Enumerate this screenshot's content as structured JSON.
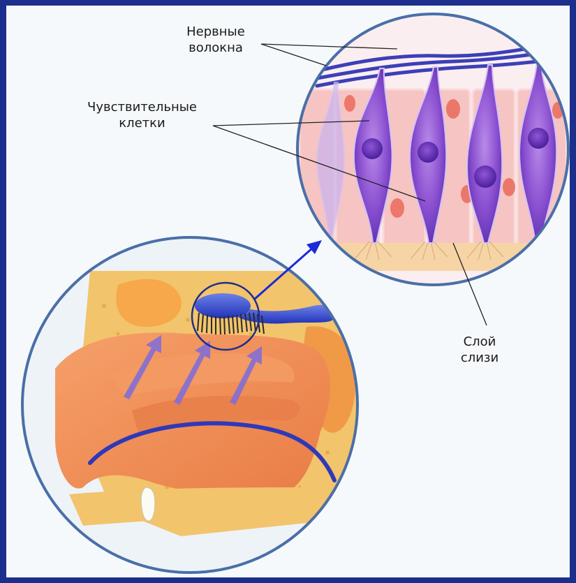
{
  "labels": {
    "nerve_fibers": "Нервные\nволокна",
    "sensory_cells": "Чувствительные\nклетки",
    "mucus_layer": "Слой\nслизи"
  },
  "colors": {
    "frame": "#1c2f8c",
    "background": "#f6f9fb",
    "circle_border": "#4a6fa8",
    "cell_pink": "#f6c4c2",
    "sensory_cell": "#8a4fd0",
    "nerve": "#3b3fb8",
    "tissue_orange": "#f08f58",
    "bone_yellow": "#f2c46c",
    "arrow_blue": "#1a2ad8"
  }
}
